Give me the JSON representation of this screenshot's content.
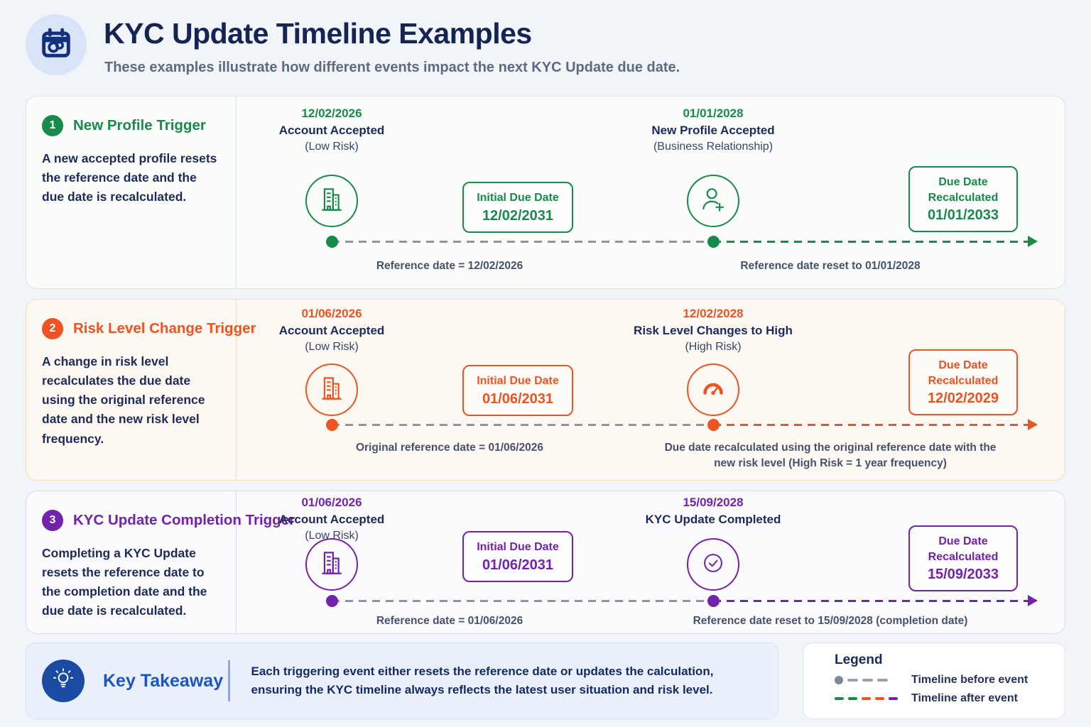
{
  "page": {
    "background": "#f1f4f8"
  },
  "header": {
    "title": "KYC Update Timeline Examples",
    "subtitle": "These examples illustrate how different events impact the next KYC Update due date.",
    "icon": "calendar-refresh-icon",
    "icon_color": "#14307c",
    "icon_bg": "#d9e4f8",
    "title_color": "#152451"
  },
  "sections": [
    {
      "number": "1",
      "title": "New Profile Trigger",
      "description": "A new accepted profile resets the reference date and the due date is recalculated.",
      "accent": "#188a4a",
      "event1": {
        "date": "12/02/2026",
        "title": "Account Accepted",
        "subtitle": "(Low Risk)",
        "icon": "building-icon"
      },
      "initial_box": {
        "label": "Initial Due Date",
        "date": "12/02/2031"
      },
      "event2": {
        "date": "01/01/2028",
        "title": "New Profile Accepted",
        "subtitle": "(Business Relationship)",
        "icon": "person-plus-icon"
      },
      "due_box": {
        "line1": "Due Date",
        "line2": "Recalculated",
        "date": "01/01/2033"
      },
      "caption_before": "Reference date = 12/02/2026",
      "caption_after": "Reference date reset to 01/01/2028"
    },
    {
      "number": "2",
      "title": "Risk Level Change Trigger",
      "description": "A change in risk level recalculates the due date using the original reference date and the new risk level frequency.",
      "accent": "#ef5322",
      "event1": {
        "date": "01/06/2026",
        "title": "Account Accepted",
        "subtitle": "(Low Risk)",
        "icon": "building-icon"
      },
      "initial_box": {
        "label": "Initial Due Date",
        "date": "01/06/2031"
      },
      "event2": {
        "date": "12/02/2028",
        "title": "Risk Level Changes to High",
        "subtitle": "(High Risk)",
        "icon": "gauge-icon"
      },
      "due_box": {
        "line1": "Due Date",
        "line2": "Recalculated",
        "date": "12/02/2029"
      },
      "caption_before": "Original reference date = 01/06/2026",
      "caption_after": "Due date recalculated using the original reference date with the new risk level (High Risk = 1 year frequency)"
    },
    {
      "number": "3",
      "title": "KYC Update Completion Trigger",
      "description": "Completing a KYC Update resets the reference date to the completion date and the due date is recalculated.",
      "accent": "#7222ab",
      "event1": {
        "date": "01/06/2026",
        "title": "Account Accepted",
        "subtitle": "(Low Risk)",
        "icon": "building-icon"
      },
      "initial_box": {
        "label": "Initial Due Date",
        "date": "01/06/2031"
      },
      "event2": {
        "date": "15/09/2028",
        "title": "KYC Update Completed",
        "subtitle": "",
        "icon": "check-circle-icon"
      },
      "due_box": {
        "line1": "Due Date",
        "line2": "Recalculated",
        "date": "15/09/2033"
      },
      "caption_before": "Reference date = 01/06/2026",
      "caption_after": "Reference date reset to 15/09/2028 (completion date)"
    }
  ],
  "key_takeaway": {
    "title": "Key Takeaway",
    "text": "Each triggering event either resets the reference date or updates the calculation, ensuring the KYC timeline always reflects the latest user situation and risk level.",
    "icon": "lightbulb-icon",
    "icon_bg": "#1b4aa2",
    "title_color": "#1d55c4"
  },
  "legend": {
    "title": "Legend",
    "items": [
      {
        "label": "Timeline before event",
        "style": "gray-dot-dashes",
        "color": "#7e8899"
      },
      {
        "label": "Timeline after event",
        "style": "colored-dashes",
        "dash_colors": [
          "#188a4a",
          "#188a4a",
          "#ef5322",
          "#ef5322",
          "#7222ab"
        ]
      }
    ]
  }
}
